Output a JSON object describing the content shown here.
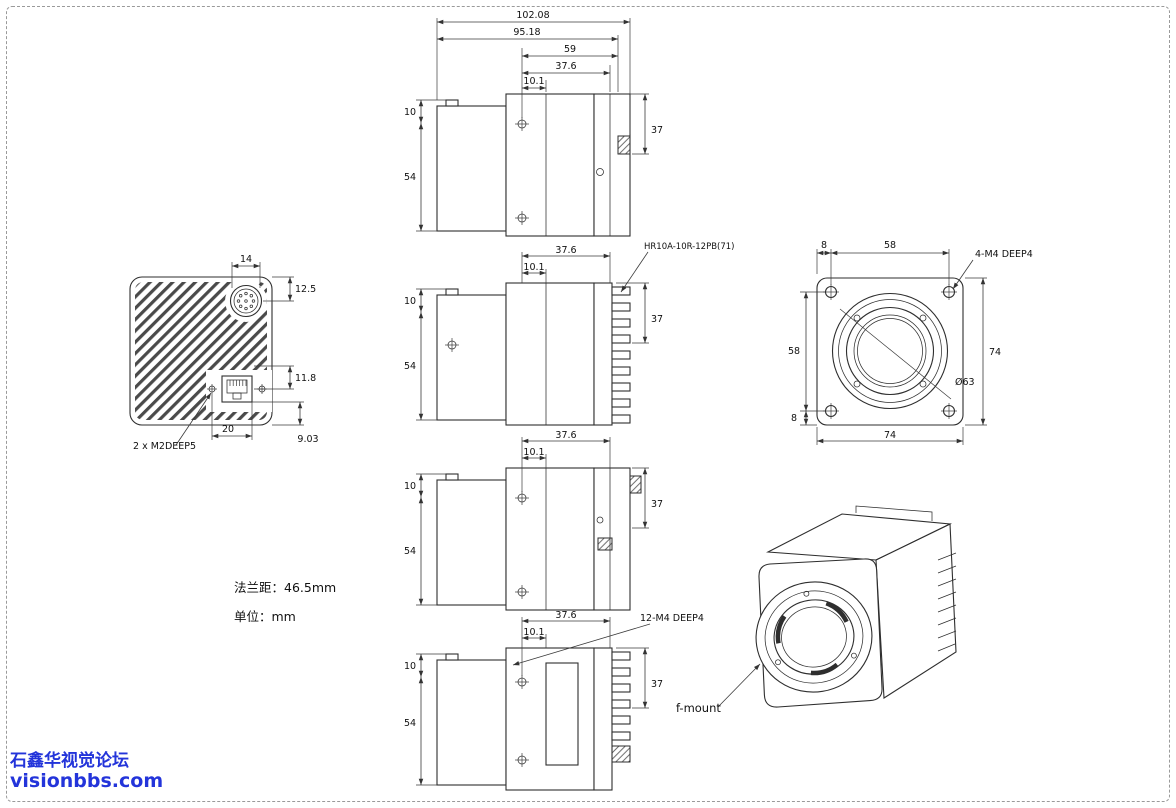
{
  "watermark": {
    "line1": "石鑫华视觉论坛",
    "line2": "visionbbs.com"
  },
  "notes": {
    "flange_distance": "法兰距：46.5mm",
    "units": "单位：mm"
  },
  "views": {
    "side_top": {
      "total_length": "102.08",
      "body_length": "95.18",
      "rear_length": "59",
      "front_length": "37.6",
      "step": "10.1",
      "top_offset": "10",
      "height": "54",
      "connector_height": "37"
    },
    "side_b": {
      "front_length": "37.6",
      "step": "10.1",
      "top_offset": "10",
      "height": "54",
      "connector_height": "37",
      "connector_label": "HR10A-10R-12PB(71)"
    },
    "side_c": {
      "front_length": "37.6",
      "step": "10.1",
      "top_offset": "10",
      "height": "54",
      "connector_height": "37"
    },
    "side_d": {
      "front_length": "37.6",
      "step": "10.1",
      "top_offset": "10",
      "height": "54",
      "connector_height": "37",
      "screw_label": "12-M4 DEEP4"
    },
    "back": {
      "connector_width": "14",
      "connector_top_offset": "12.5",
      "port_offset": "11.8",
      "port_width": "20",
      "bottom_offset": "9.03",
      "screw_label": "2 x M2DEEP5"
    },
    "front": {
      "edge_offset_top": "8",
      "screw_spacing_h": "58",
      "screw_label": "4-M4 DEEP4",
      "screw_spacing_v": "58",
      "height": "74",
      "edge_offset_bottom": "8",
      "width": "74",
      "mount_diameter": "Ø63"
    },
    "iso": {
      "mount_label": "f-mount"
    }
  }
}
